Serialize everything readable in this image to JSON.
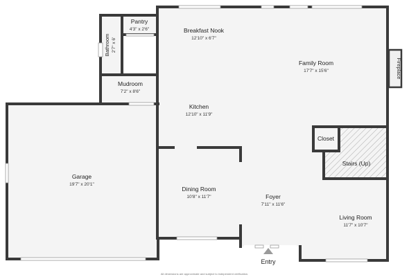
{
  "rooms": {
    "pantry": {
      "name": "Pantry",
      "dims": "4'3\" x 2'6\""
    },
    "bathroom": {
      "name": "Bathroom",
      "dims": "2'7\" x 6'"
    },
    "breakfast_nook": {
      "name": "Breakfast Nook",
      "dims": "12'10\" x 6'7\""
    },
    "family_room": {
      "name": "Family Room",
      "dims": "17'7\" x 15'6\""
    },
    "fireplace": {
      "name": "Fireplace"
    },
    "mudroom": {
      "name": "Mudroom",
      "dims": "7'2\" x 8'6\""
    },
    "kitchen": {
      "name": "Kitchen",
      "dims": "12'10\" x 11'9\""
    },
    "closet": {
      "name": "Closet"
    },
    "stairs": {
      "name": "Stairs (Up)"
    },
    "garage": {
      "name": "Garage",
      "dims": "19'7\" x 20'1\""
    },
    "dining_room": {
      "name": "Dining Room",
      "dims": "10'8\" x 11'7\""
    },
    "foyer": {
      "name": "Foyer",
      "dims": "7'11\" x 11'6\""
    },
    "living_room": {
      "name": "Living Room",
      "dims": "11'7\" x 10'7\""
    }
  },
  "entry_label": "Entry",
  "footer_note": "All dimensions are approximate and subject to independent verification."
}
